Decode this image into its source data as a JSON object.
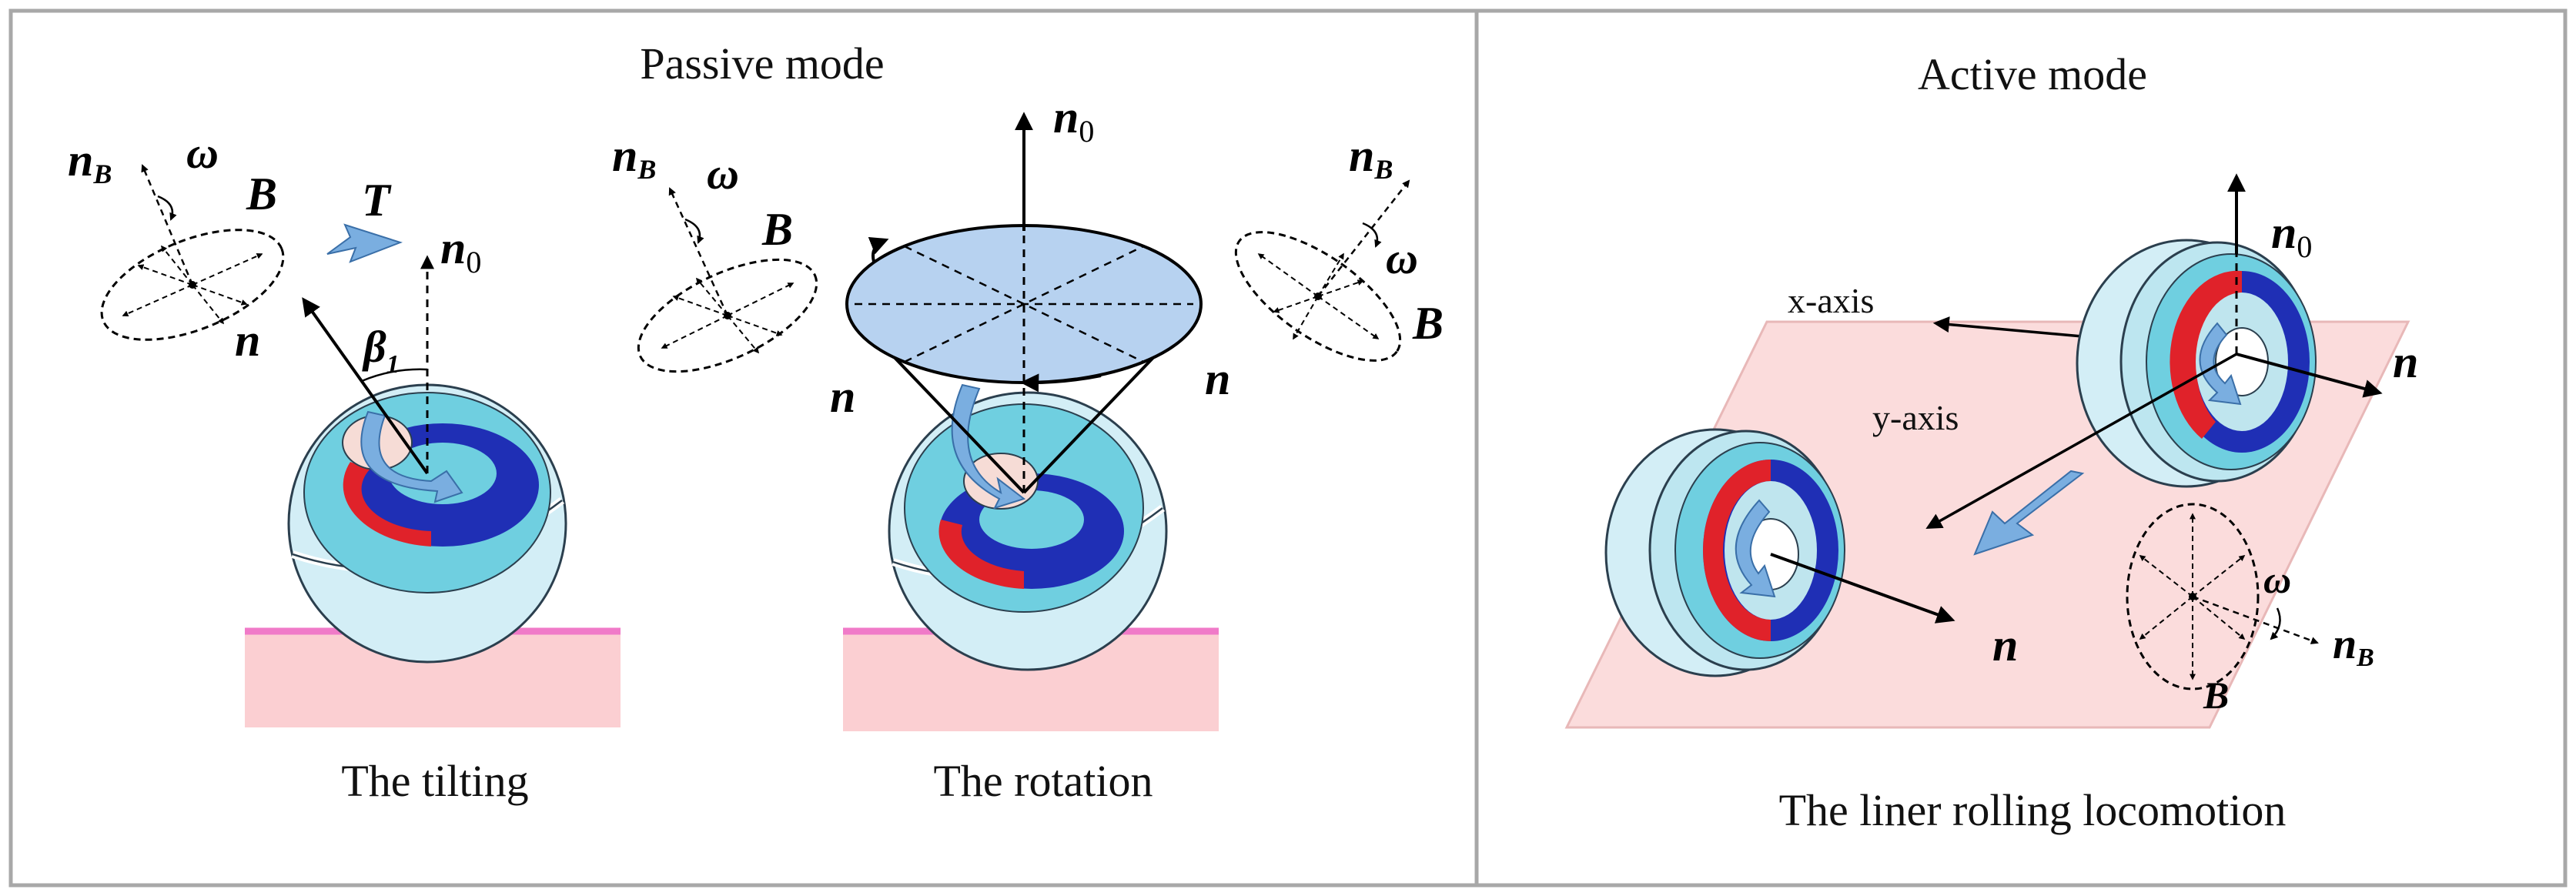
{
  "panels": {
    "passive": {
      "title": "Passive mode",
      "captions": {
        "tilting": "The tilting",
        "rotation": "The rotation"
      }
    },
    "active": {
      "title": "Active mode",
      "caption": "The liner rolling locomotion"
    }
  },
  "symbols": {
    "n": "n",
    "n_base": "n",
    "sub_0": "0",
    "sub_B": "B",
    "omega": "ω",
    "B": "B",
    "T": "T",
    "beta": "β",
    "beta_sub": "1"
  },
  "axes": {
    "x": "x-axis",
    "y": "y-axis"
  },
  "colors": {
    "frame": "#a8a8a8",
    "ground": "#fbcfd2",
    "ground_line": "#f07ac8",
    "shell": "#d3eef6",
    "shell_edge": "#2b3f4e",
    "inner": "#6fcfe0",
    "magnet_red": "#e0222a",
    "magnet_blue": "#1f2fb5",
    "cone_fill": "#b7d2f0",
    "arrow_blue": "#7aaee0",
    "plane": "#fbdcdc"
  }
}
